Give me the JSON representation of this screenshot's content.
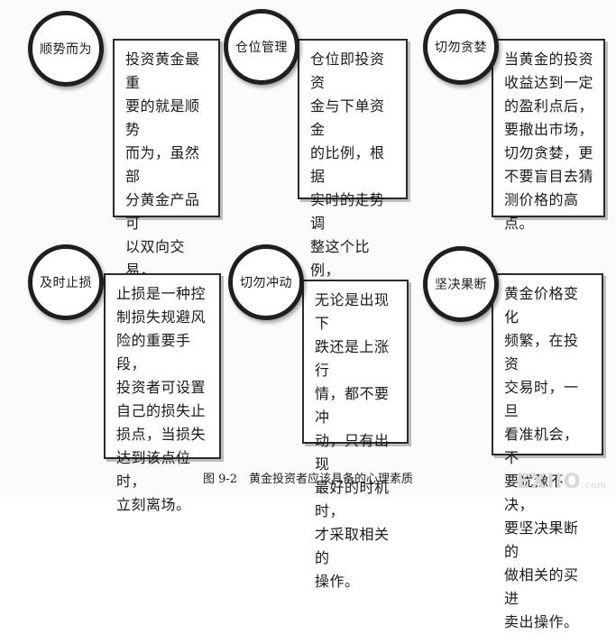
{
  "items": [
    {
      "title": "顺势而为",
      "text": "投资黄金最重\n要的就是顺势\n而为，虽然部\n分黄金产品可\n以双向交易，\n但类似看涨做\n空也是会亏\n损的。"
    },
    {
      "title": "仓位管理",
      "text": "仓位即投资资\n金与下单资金\n的比例，根据\n实时的走势调\n整这个比例，\n对成功投资是\n非常有帮助的。"
    },
    {
      "title": "切勿贪婪",
      "text": "当黄金的投资\n收益达到一定\n的盈利点后，\n要撤出市场，\n切勿贪婪，更\n不要盲目去猜\n测价格的高点。"
    },
    {
      "title": "及时止损",
      "text": "止损是一种控\n制损失规避风\n险的重要手段，\n投资者可设置\n自己的损失止\n损点，当损失\n达到该点位时，\n立刻离场。"
    },
    {
      "title": "切勿冲动",
      "text": "无论是出现下\n跌还是上涨行\n情，都不要冲\n动，只有出现\n最好的时机时，\n才采取相关的\n操作。"
    },
    {
      "title": "坚决果断",
      "text": "黄金价格变化\n频繁，在投资\n交易时，一旦\n看准机会，不\n要犹豫不决，\n要坚决果断的\n做相关的买进\n卖出操作。"
    }
  ],
  "caption": "图 9-2　黄金投资者应该具备的心理素质",
  "watermark": {
    "main": "EXIIO",
    "suffix": ".com"
  }
}
